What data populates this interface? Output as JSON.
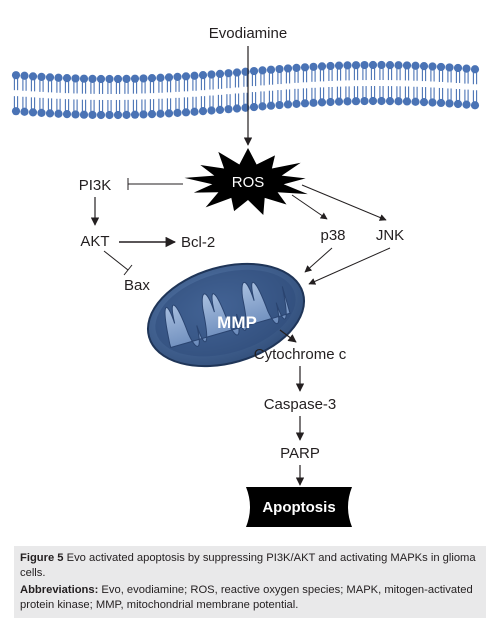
{
  "diagram": {
    "nodes": {
      "evodiamine": "Evodiamine",
      "ros": "ROS",
      "pi3k": "PI3K",
      "akt": "AKT",
      "bcl2": "Bcl-2",
      "bax": "Bax",
      "p38": "p38",
      "jnk": "JNK",
      "mmp": "MMP",
      "cytochrome_c": "Cytochrome c",
      "caspase3": "Caspase-3",
      "parp": "PARP",
      "apoptosis": "Apoptosis"
    },
    "edges": [
      {
        "from": "Evodiamine",
        "to": "ROS",
        "type": "activates"
      },
      {
        "from": "ROS",
        "to": "PI3K",
        "type": "inhibits"
      },
      {
        "from": "PI3K",
        "to": "AKT",
        "type": "activates"
      },
      {
        "from": "AKT",
        "to": "Bcl-2",
        "type": "activates"
      },
      {
        "from": "AKT",
        "to": "Bax",
        "type": "inhibits"
      },
      {
        "from": "ROS",
        "to": "p38",
        "type": "activates"
      },
      {
        "from": "ROS",
        "to": "JNK",
        "type": "activates"
      },
      {
        "from": "p38",
        "to": "MMP",
        "type": "activates"
      },
      {
        "from": "JNK",
        "to": "MMP",
        "type": "activates"
      },
      {
        "from": "MMP",
        "to": "Cytochrome c",
        "type": "activates"
      },
      {
        "from": "Cytochrome c",
        "to": "Caspase-3",
        "type": "activates"
      },
      {
        "from": "Caspase-3",
        "to": "PARP",
        "type": "activates"
      },
      {
        "from": "PARP",
        "to": "Apoptosis",
        "type": "activates"
      }
    ],
    "colors": {
      "membrane": "#4a73b5",
      "mitochondrion_outer": "#3e5f8f",
      "mitochondrion_inner": "#7f9fca",
      "ros_burst": "#000000",
      "apoptosis_shape": "#000000",
      "caption_background": "#e9e9ea"
    }
  },
  "caption": {
    "figure_label": "Figure 5",
    "figure_text": " Evo activated apoptosis by suppressing PI3K/AKT and activating MAPKs in glioma cells.",
    "abbreviations_label": "Abbreviations:",
    "abbreviations_text": " Evo, evodiamine; ROS, reactive oxygen species; MAPK, mitogen-activated protein kinase; MMP, mitochondrial membrane potential."
  }
}
